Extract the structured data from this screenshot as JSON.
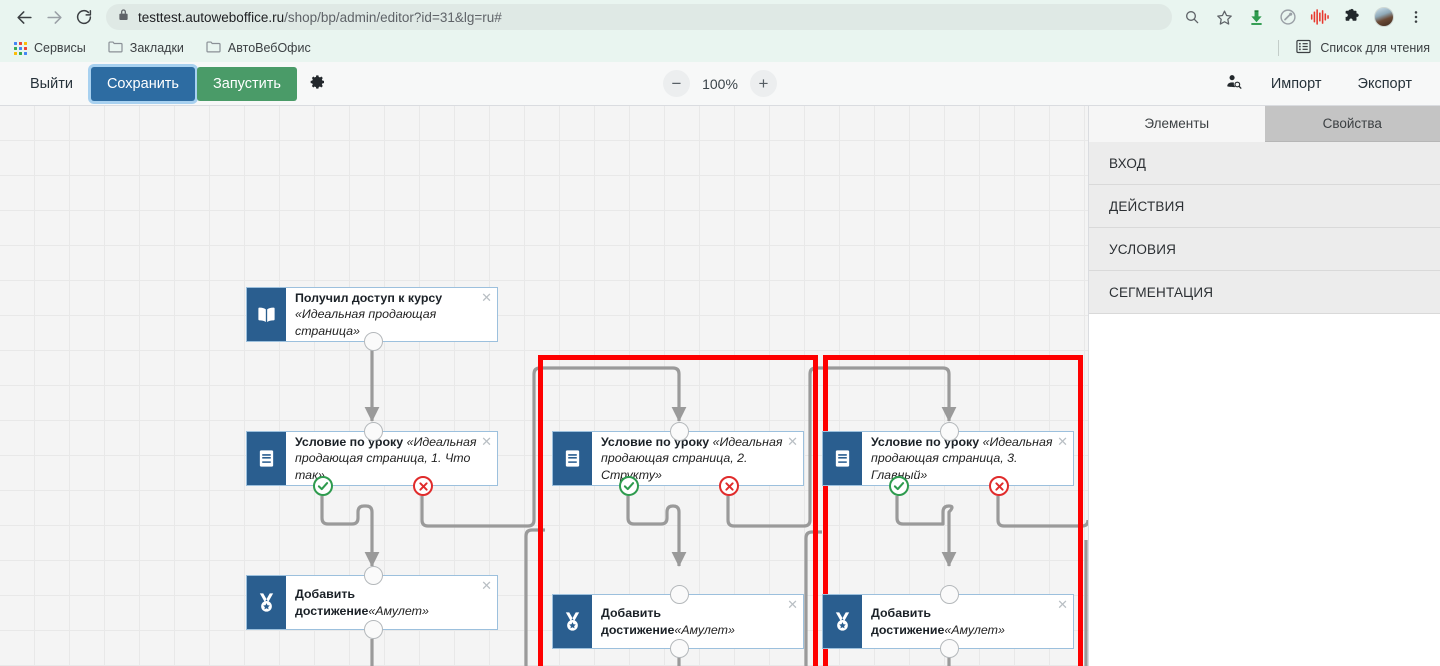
{
  "browser": {
    "back_icon": "back-arrow-icon",
    "forward_icon": "forward-arrow-icon",
    "reload_icon": "reload-icon",
    "lock_icon": "lock-icon",
    "url_domain": "testtest.autoweboffice.ru",
    "url_path": "/shop/bp/admin/editor?id=31&lg=ru#",
    "zoom_search_icon": "page-zoom-search-icon",
    "bookmark_star_icon": "bookmark-star-icon",
    "download_icon": "download-icon",
    "extension_circle_icon": "extension-circle-icon",
    "waveform_icon": "audio-waveform-icon",
    "puzzle_icon": "extensions-puzzle-icon",
    "avatar_icon": "profile-avatar",
    "menu_icon": "three-dot-menu-icon",
    "bookmarks": [
      {
        "label": "Сервисы",
        "icon": "apps-grid-icon"
      },
      {
        "label": "Закладки",
        "icon": "folder-icon"
      },
      {
        "label": "АвтоВебОфис",
        "icon": "folder-icon"
      }
    ],
    "reading_list": {
      "label": "Список для чтения",
      "icon": "reading-list-icon"
    }
  },
  "toolbar": {
    "exit_label": "Выйти",
    "save_label": "Сохранить",
    "run_label": "Запустить",
    "settings_icon": "gear-icon",
    "zoom_out_label": "−",
    "zoom_level": "100%",
    "zoom_in_label": "+",
    "user_search_icon": "user-search-icon",
    "import_label": "Импорт",
    "export_label": "Экспорт",
    "accent_blue": "#2d6ca2",
    "accent_green": "#4a9b68"
  },
  "sidebar": {
    "tabs": [
      {
        "label": "Элементы",
        "active": true
      },
      {
        "label": "Свойства",
        "active": false
      }
    ],
    "sections": [
      {
        "label": "ВХОД"
      },
      {
        "label": "ДЕЙСТВИЯ"
      },
      {
        "label": "УСЛОВИЯ"
      },
      {
        "label": "СЕГМЕНТАЦИЯ"
      }
    ]
  },
  "canvas": {
    "node_icon_color": "#2a5e8f",
    "selection_color": "#fe0000",
    "nodes": [
      {
        "id": "n1",
        "icon": "open-book-icon",
        "title": "Получил доступ к курсу ",
        "subject": "«Идеальная продающая страница»",
        "close_icon": "close-icon",
        "ports": {
          "bottom": true,
          "top": false,
          "yes_no": false
        }
      },
      {
        "id": "n2",
        "icon": "lesson-book-icon",
        "title": "Условие по уроку ",
        "subject": "«Идеальная продающая страница, 1. Что так»",
        "close_icon": "close-icon",
        "ports": {
          "bottom": false,
          "top": true,
          "yes_no": true
        }
      },
      {
        "id": "n3",
        "icon": "medal-icon",
        "title": "Добавить достижение",
        "subject": "«Амулет»",
        "close_icon": "close-icon",
        "ports": {
          "bottom": true,
          "top": true,
          "yes_no": false
        }
      },
      {
        "id": "n4",
        "icon": "lesson-book-icon",
        "title": "Условие по уроку ",
        "subject": "«Идеальная продающая страница, 2. Структу»",
        "close_icon": "close-icon",
        "ports": {
          "bottom": false,
          "top": true,
          "yes_no": true
        }
      },
      {
        "id": "n5",
        "icon": "medal-icon",
        "title": "Добавить достижение",
        "subject": "«Амулет»",
        "close_icon": "close-icon",
        "ports": {
          "bottom": true,
          "top": true,
          "yes_no": false
        }
      },
      {
        "id": "n6",
        "icon": "lesson-book-icon",
        "title": "Условие по уроку ",
        "subject": "«Идеальная продающая страница, 3. Главный»",
        "close_icon": "close-icon",
        "ports": {
          "bottom": false,
          "top": true,
          "yes_no": true
        }
      },
      {
        "id": "n7",
        "icon": "medal-icon",
        "title": "Добавить достижение",
        "subject": "«Амулет»",
        "close_icon": "close-icon",
        "ports": {
          "bottom": true,
          "top": true,
          "yes_no": false
        }
      }
    ]
  }
}
